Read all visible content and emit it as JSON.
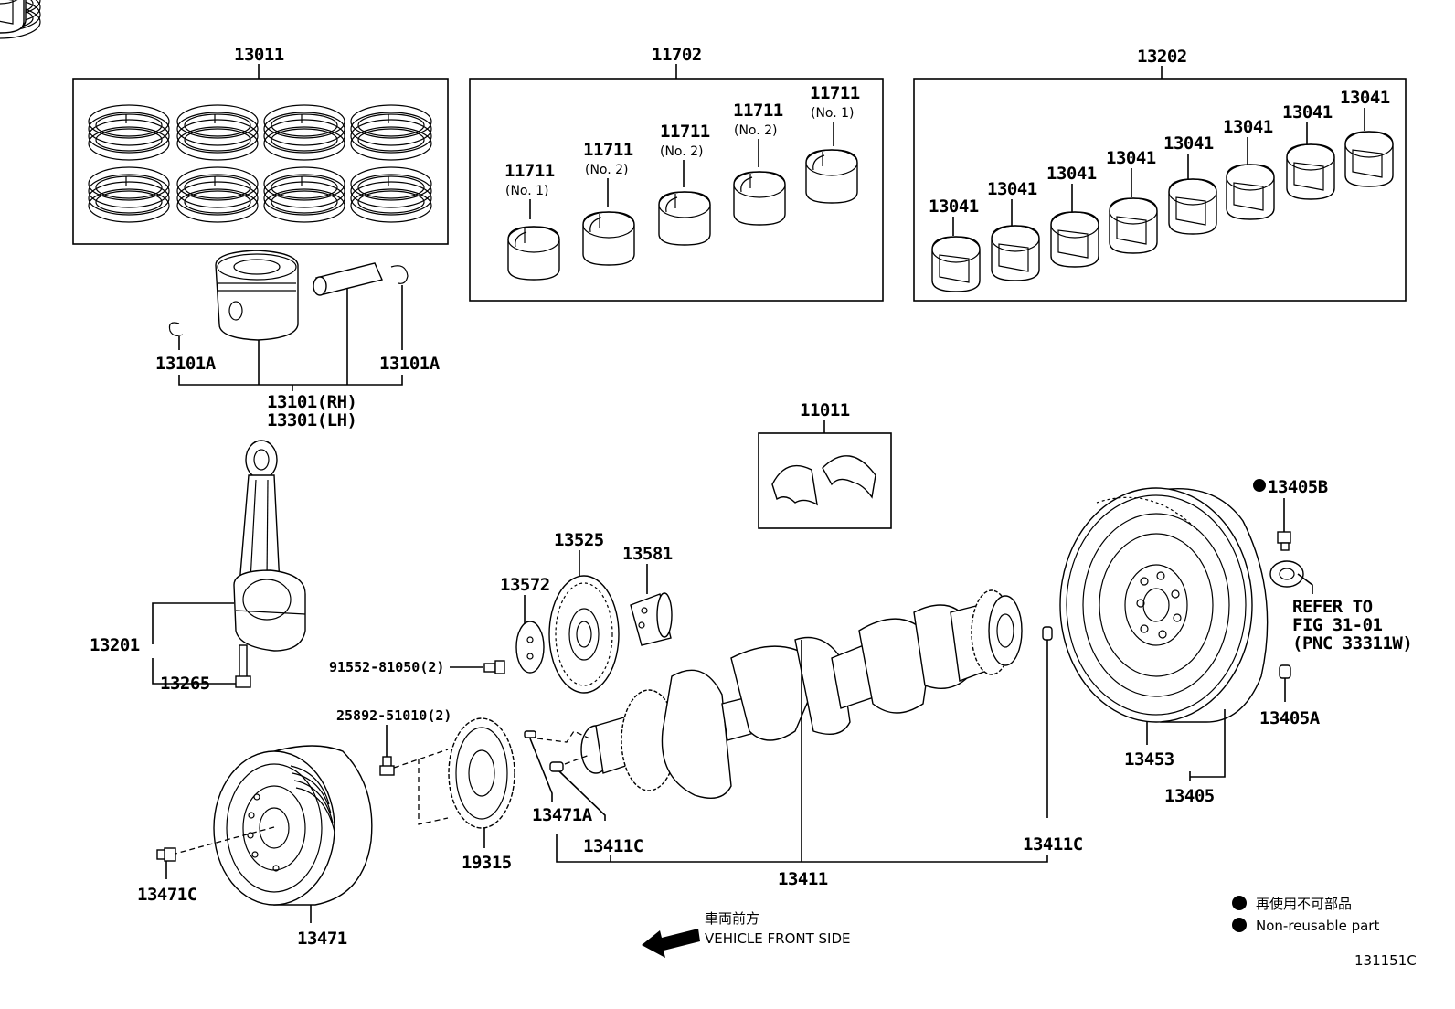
{
  "labels": {
    "piston_ring_set": "13011",
    "conrod_bearing_set": "11702",
    "main_bearing_set": "13202",
    "bearing_11711": "11711",
    "no1": "(No. 1)",
    "no2": "(No. 2)",
    "main_bearing": "13041",
    "snap_ring": "13101A",
    "piston_rh": "13101(RH)",
    "piston_lh": "13301(LH)",
    "conrod": "13201",
    "conrod_bolt": "13265",
    "thrust_washer_set": "11011",
    "oil_pump_drive_gear": "13525",
    "gear_shaft": "13581",
    "plate": "13572",
    "bolt_91552": "91552-81050(2)",
    "bolt_25892": "25892-51010(2)",
    "sprocket": "19315",
    "pulley": "13471",
    "pulley_bolt": "13471C",
    "key": "13471A",
    "pin_c": "13411C",
    "crankshaft": "13411",
    "flywheel_bolt": "13405B",
    "flywheel_pin": "13405A",
    "ring_gear": "13453",
    "flywheel": "13405",
    "refer_1": "REFER TO",
    "refer_2": "FIG 31-01",
    "refer_3": "(PNC 33311W)",
    "vehicle_front_jp": "車両前方",
    "vehicle_front_en": "VEHICLE FRONT SIDE",
    "legend_jp": "再使用不可部品",
    "legend_en": "Non-reusable part",
    "figure_id": "131151C"
  }
}
